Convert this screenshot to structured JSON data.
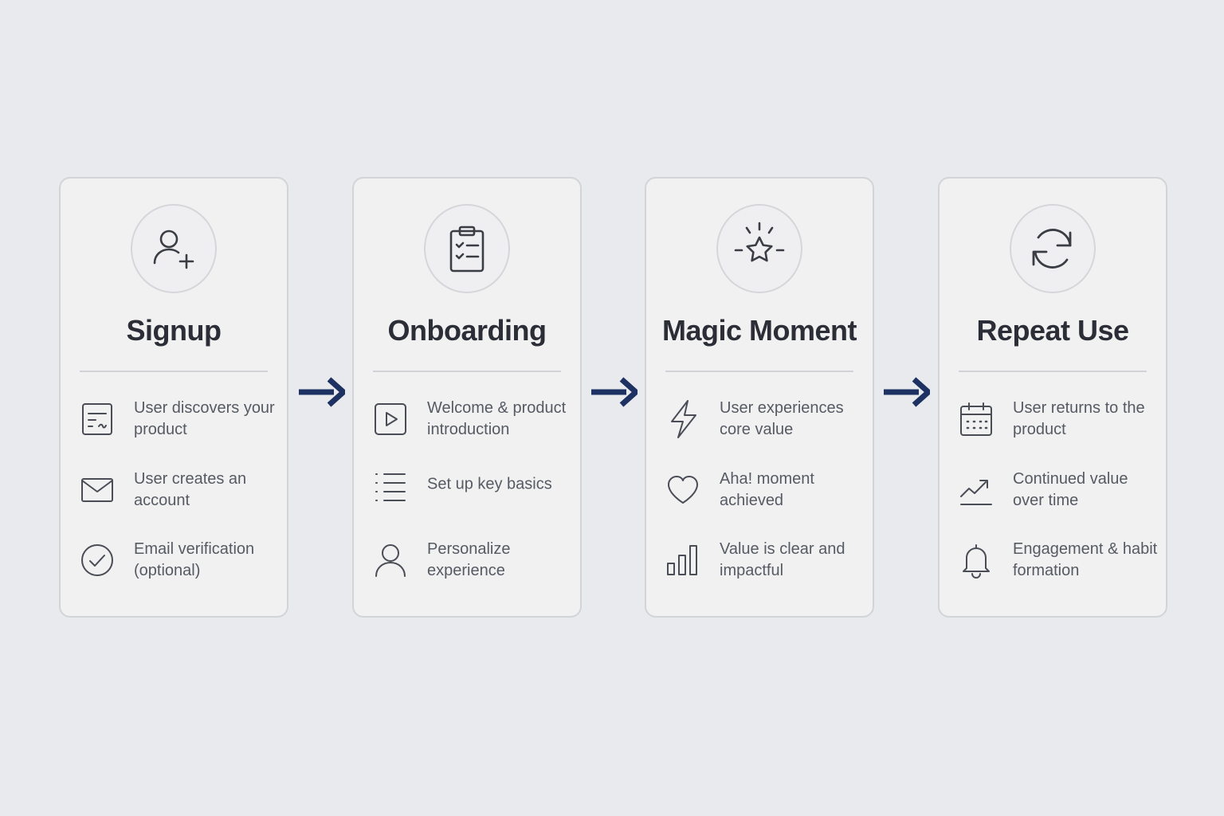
{
  "accent": "#1d3263",
  "stages": [
    {
      "title": "Signup",
      "icon": "user-plus-icon",
      "items": [
        {
          "icon": "form-icon",
          "text": "User discovers your product"
        },
        {
          "icon": "envelope-icon",
          "text": "User creates an account"
        },
        {
          "icon": "check-circle-icon",
          "text": "Email verification (optional)"
        }
      ]
    },
    {
      "title": "Onboarding",
      "icon": "clipboard-checklist-icon",
      "items": [
        {
          "icon": "play-icon",
          "text": "Welcome & product introduction"
        },
        {
          "icon": "list-icon",
          "text": "Set up key basics"
        },
        {
          "icon": "user-icon",
          "text": "Personalize experience"
        }
      ]
    },
    {
      "title": "Magic Moment",
      "icon": "sparkle-star-icon",
      "items": [
        {
          "icon": "lightning-icon",
          "text": "User experiences core value"
        },
        {
          "icon": "heart-icon",
          "text": "Aha! moment achieved"
        },
        {
          "icon": "bar-chart-icon",
          "text": "Value is clear and impactful"
        }
      ]
    },
    {
      "title": "Repeat Use",
      "icon": "refresh-icon",
      "items": [
        {
          "icon": "calendar-icon",
          "text": "User returns to the product"
        },
        {
          "icon": "trend-up-icon",
          "text": "Continued value over time"
        },
        {
          "icon": "bell-icon",
          "text": "Engagement & habit formation"
        }
      ]
    }
  ]
}
